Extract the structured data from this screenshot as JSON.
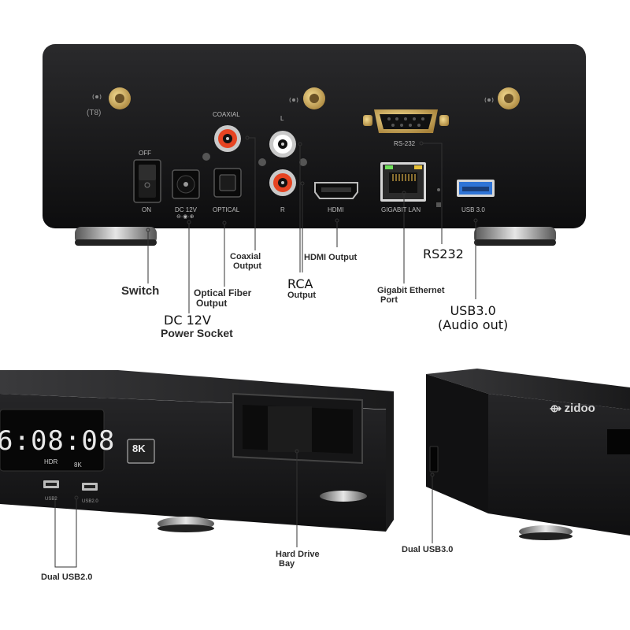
{
  "panel": {
    "t8": "(T8)",
    "off": "OFF",
    "on": "ON",
    "dc12v": "DC 12V",
    "optical": "OPTICAL",
    "coaxial": "COAXIAL",
    "l": "L",
    "r": "R",
    "hdmi": "HDMI",
    "rs232": "RS-232",
    "gigabit_lan": "GIGABIT LAN",
    "usb30": "USB 3.0"
  },
  "callouts": {
    "coaxial_line1": "Coaxial",
    "coaxial_line2": "Output",
    "hdmi_output": "HDMI Output",
    "rs232": "RS232",
    "switch": "Switch",
    "optical_line1": "Optical Fiber",
    "optical_line2": "Output",
    "rca_line1": "RCA",
    "rca_line2": "Output",
    "gigabit_line1": "Gigabit Ethernet",
    "gigabit_line2": "Port",
    "usb30_line1": "USB3.0",
    "usb30_line2": "(Audio out)",
    "dc_line1": "DC 12V",
    "dc_line2": "Power Socket",
    "hdd_line1": "Hard Drive",
    "hdd_line2": "Bay",
    "dual_usb30": "Dual USB3.0",
    "dual_usb20": "Dual USB2.0"
  },
  "front": {
    "clock": "6:08:08",
    "hdr": "HDR",
    "eightk_small": "8K",
    "eightk_badge": "8K",
    "usb2_a": "USB2",
    "usb2_b": "USB2.0"
  },
  "side": {
    "brand": "zidoo"
  }
}
